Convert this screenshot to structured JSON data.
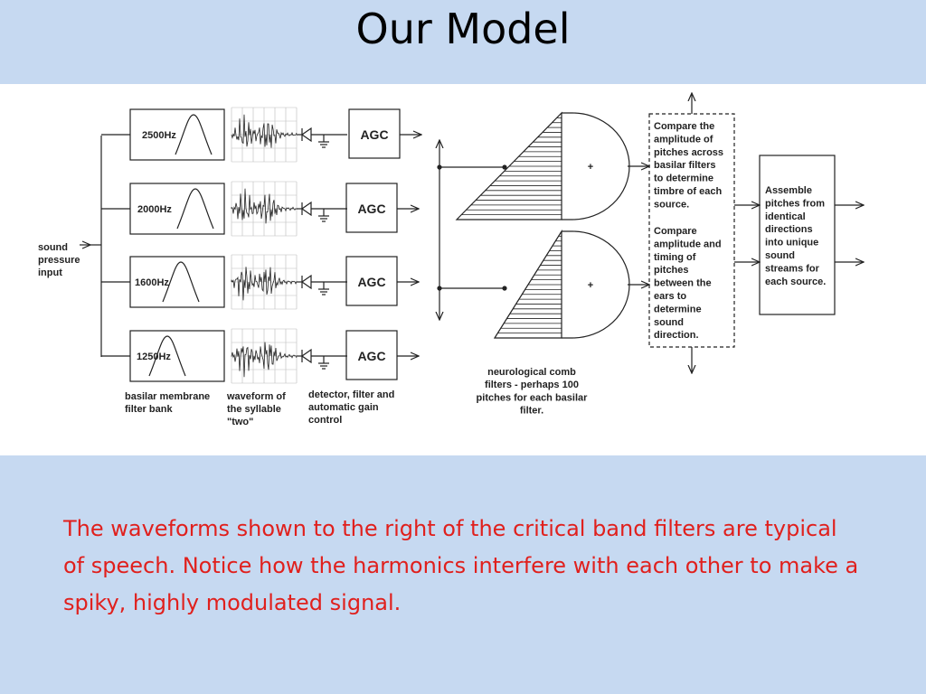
{
  "slide": {
    "title": "Our Model",
    "caption": "The waveforms shown to the right of the critical band filters are typical of speech. Notice how the harmonics interfere with each other to make a spiky, highly modulated signal."
  },
  "diagram": {
    "input_label": [
      "sound",
      "pressure",
      "input"
    ],
    "filters": [
      {
        "freq": "2500Hz",
        "agc": "AGC"
      },
      {
        "freq": "2000Hz",
        "agc": "AGC"
      },
      {
        "freq": "1600Hz",
        "agc": "AGC"
      },
      {
        "freq": "1250Hz",
        "agc": "AGC"
      }
    ],
    "labels": {
      "filter_bank": [
        "basilar membrane",
        "filter bank"
      ],
      "waveform": [
        "waveform of",
        "the syllable",
        "\"two\""
      ],
      "detector": [
        "detector, filter and",
        "automatic gain",
        "control"
      ],
      "comb": [
        "neurological comb",
        "filters - perhaps 100",
        "pitches for each basilar",
        "filter."
      ],
      "compare_timbre": [
        "Compare the",
        "amplitude of",
        "pitches across",
        "basilar filters",
        "to determine",
        "timbre of each",
        "source."
      ],
      "compare_direction": [
        "Compare",
        "amplitude and",
        "timing of",
        "pitches",
        "between the",
        "ears to",
        "determine",
        "sound",
        "direction."
      ],
      "assemble": [
        "Assemble",
        "pitches from",
        "identical",
        "directions",
        "into unique",
        "sound",
        "streams for",
        "each source."
      ]
    },
    "plus_sign": "+"
  },
  "colors": {
    "background": "#c6d9f1",
    "caption_text": "#e0201d",
    "diagram_bg": "#ffffff",
    "line": "#222222"
  }
}
